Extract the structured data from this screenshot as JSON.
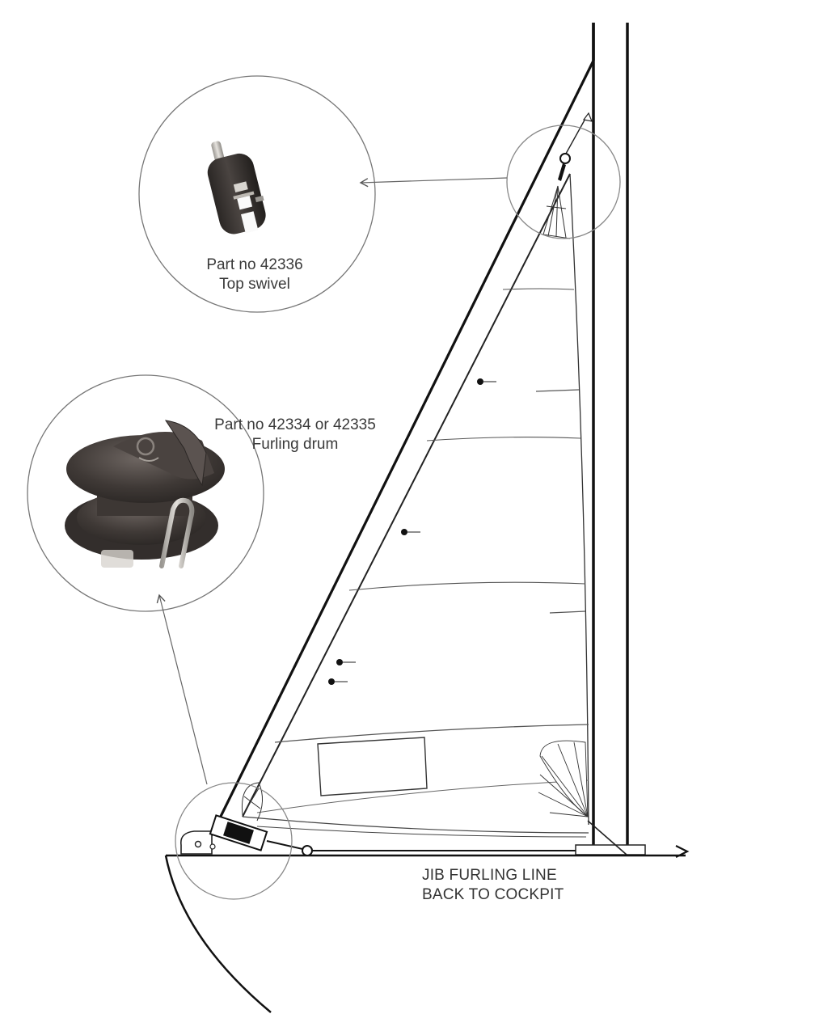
{
  "diagram": {
    "type": "technical-illustration",
    "subject": "Jib furling system on a small sailboat",
    "colors": {
      "line": "#111111",
      "thin_line": "#555555",
      "callout_circle": "#777777",
      "part_dark": "#3b3634",
      "part_metal": "#c9c6c1",
      "text": "#3a3a3a"
    }
  },
  "callouts": [
    {
      "id": "top-swivel",
      "part_line": "Part no 42336",
      "name_line": "Top swivel",
      "image": "top-swivel-photo",
      "points_to": "head of jib at forestay"
    },
    {
      "id": "furling-drum",
      "part_line": "Part no 42334 or 42335",
      "name_line": "Furling drum",
      "image": "furling-drum-photo",
      "points_to": "tack of jib at bow"
    }
  ],
  "annotation": {
    "line1": "JIB FURLING LINE",
    "line2": "BACK TO COCKPIT"
  }
}
